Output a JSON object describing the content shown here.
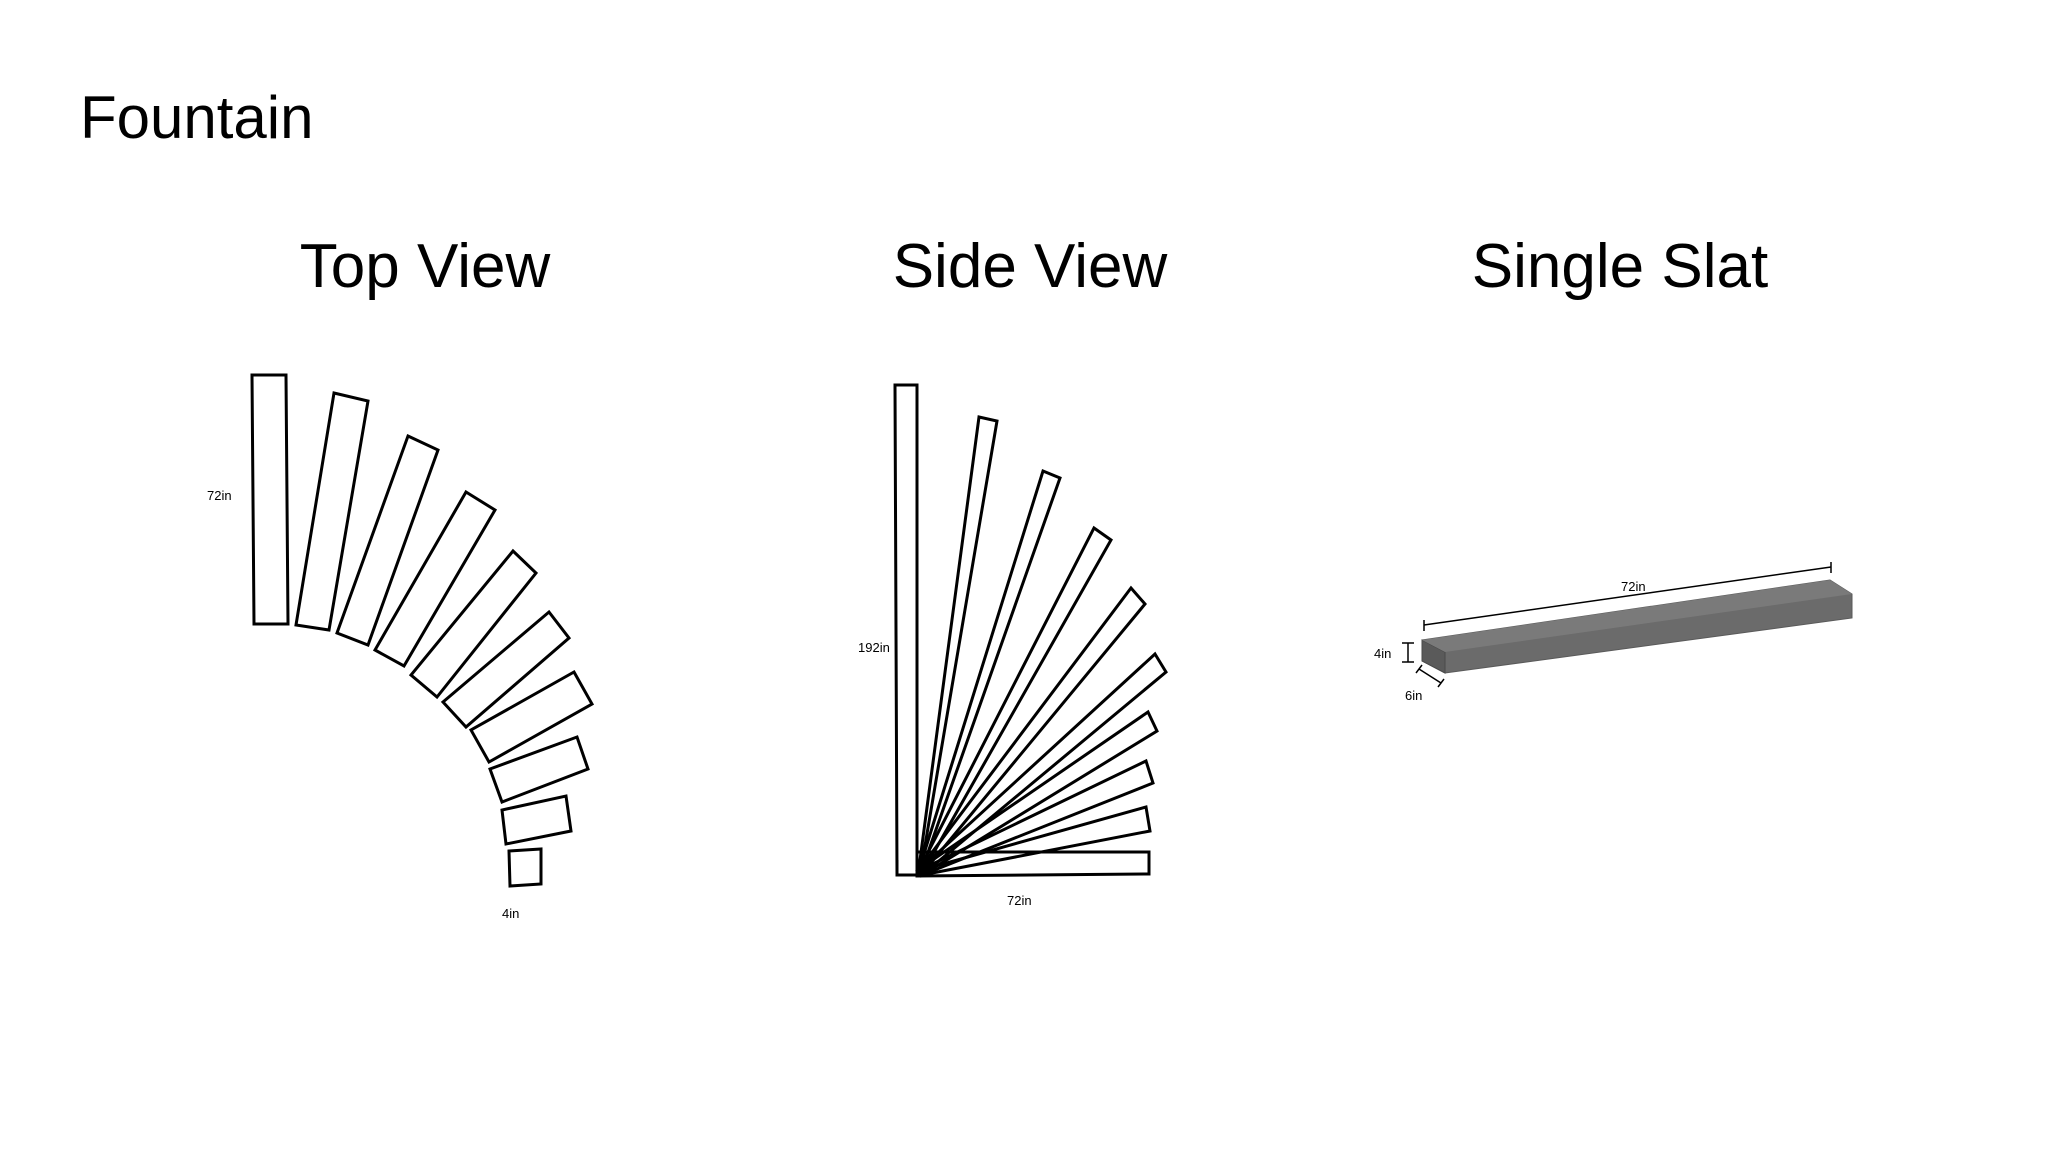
{
  "title": "Fountain",
  "views": [
    {
      "id": "top",
      "title": "Top View"
    },
    {
      "id": "side",
      "title": "Side View"
    },
    {
      "id": "slat",
      "title": "Single Slat"
    }
  ],
  "top_view": {
    "length_label": "72in",
    "end_label": "4in"
  },
  "side_view": {
    "height_label": "192in",
    "width_label": "72in"
  },
  "single_slat": {
    "length_label": "72in",
    "height_label": "4in",
    "depth_label": "6in",
    "fill_color": "#6b6b6b"
  }
}
